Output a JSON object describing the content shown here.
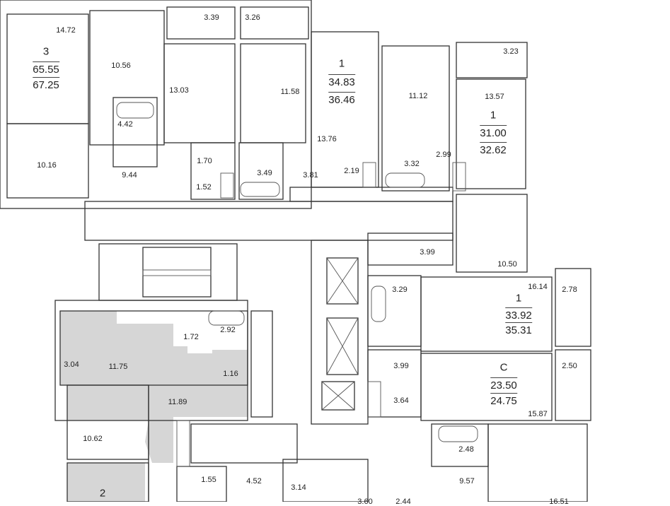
{
  "plan": {
    "apartments": [
      {
        "rooms": "3",
        "area_living": "65.55",
        "area_total": "67.25"
      },
      {
        "rooms": "1",
        "area_living": "34.83",
        "area_total": "36.46"
      },
      {
        "rooms": "1",
        "area_living": "31.00",
        "area_total": "32.62"
      },
      {
        "rooms": "1",
        "area_living": "33.92",
        "area_total": "35.31"
      },
      {
        "rooms": "C",
        "area_living": "23.50",
        "area_total": "24.75"
      },
      {
        "rooms": "2"
      }
    ],
    "rooms": [
      "14.72",
      "10.56",
      "13.03",
      "3.39",
      "3.26",
      "11.58",
      "4.42",
      "10.16",
      "9.44",
      "1.70",
      "3.49",
      "1.52",
      "3.81",
      "13.76",
      "2.19",
      "11.12",
      "3.32",
      "2.99",
      "3.23",
      "13.57",
      "3.99",
      "10.50",
      "16.14",
      "2.78",
      "3.29",
      "3.99",
      "2.50",
      "3.64",
      "15.87",
      "3.04",
      "11.75",
      "1.72",
      "2.92",
      "1.16",
      "11.89",
      "10.62",
      "2.48",
      "9.57",
      "1.55",
      "4.52",
      "3.14",
      "3.60",
      "2.44",
      "16.51"
    ],
    "highlight_color": "#d6d6d6"
  }
}
